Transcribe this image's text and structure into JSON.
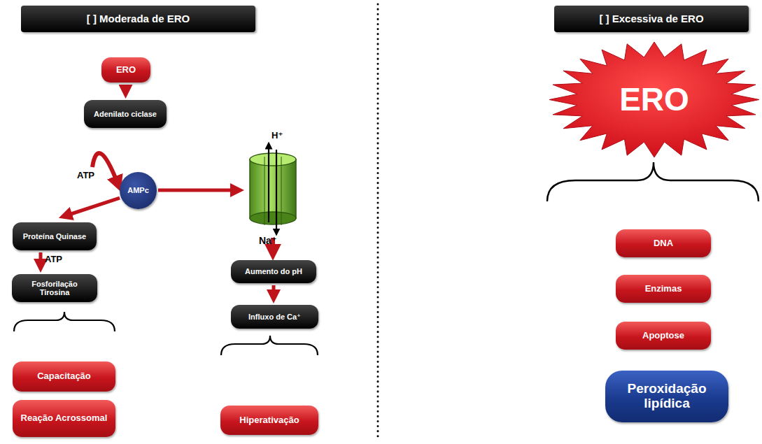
{
  "diagram": {
    "nodes": [
      {
        "text": [
          "[ ] Moderada de ERO"
        ]
      },
      {
        "text": [
          "ERO"
        ]
      },
      {
        "text": [
          "Adenilato ciclase"
        ]
      },
      {
        "text": [
          "AMPc"
        ]
      },
      {
        "text": [
          "Proteína Quinase"
        ]
      },
      {
        "text": [
          "Fosforilação Tirosina"
        ]
      },
      {
        "text": [
          "Capacitação"
        ]
      },
      {
        "text": [
          "Reação Acrossomal"
        ]
      },
      {
        "text": [
          "Aumento do pH"
        ]
      },
      {
        "text": [
          "Influxo de Ca⁺"
        ]
      },
      {
        "text": [
          "Hiperativação"
        ]
      },
      {
        "text": [
          "[ ] Excessiva de ERO"
        ]
      },
      {
        "text": [
          "ERO"
        ]
      },
      {
        "text": [
          "DNA"
        ]
      },
      {
        "text": [
          "Enzimas"
        ]
      },
      {
        "text": [
          "Apoptose"
        ]
      },
      {
        "text": [
          "Peroxidação lipídica"
        ]
      }
    ],
    "edges": [
      {
        "from": 1,
        "to": 2,
        "arrow": "to"
      },
      {
        "from": 2,
        "to": 3,
        "label": "ATP",
        "arrow": "to"
      },
      {
        "from": 3,
        "to": 4,
        "arrow": "to"
      },
      {
        "from": 4,
        "to": 5,
        "label": "ATP",
        "arrow": "to"
      },
      {
        "from": 8,
        "to": 9,
        "arrow": "to"
      }
    ],
    "labels": [
      "H⁺",
      "Na⁺"
    ]
  }
}
